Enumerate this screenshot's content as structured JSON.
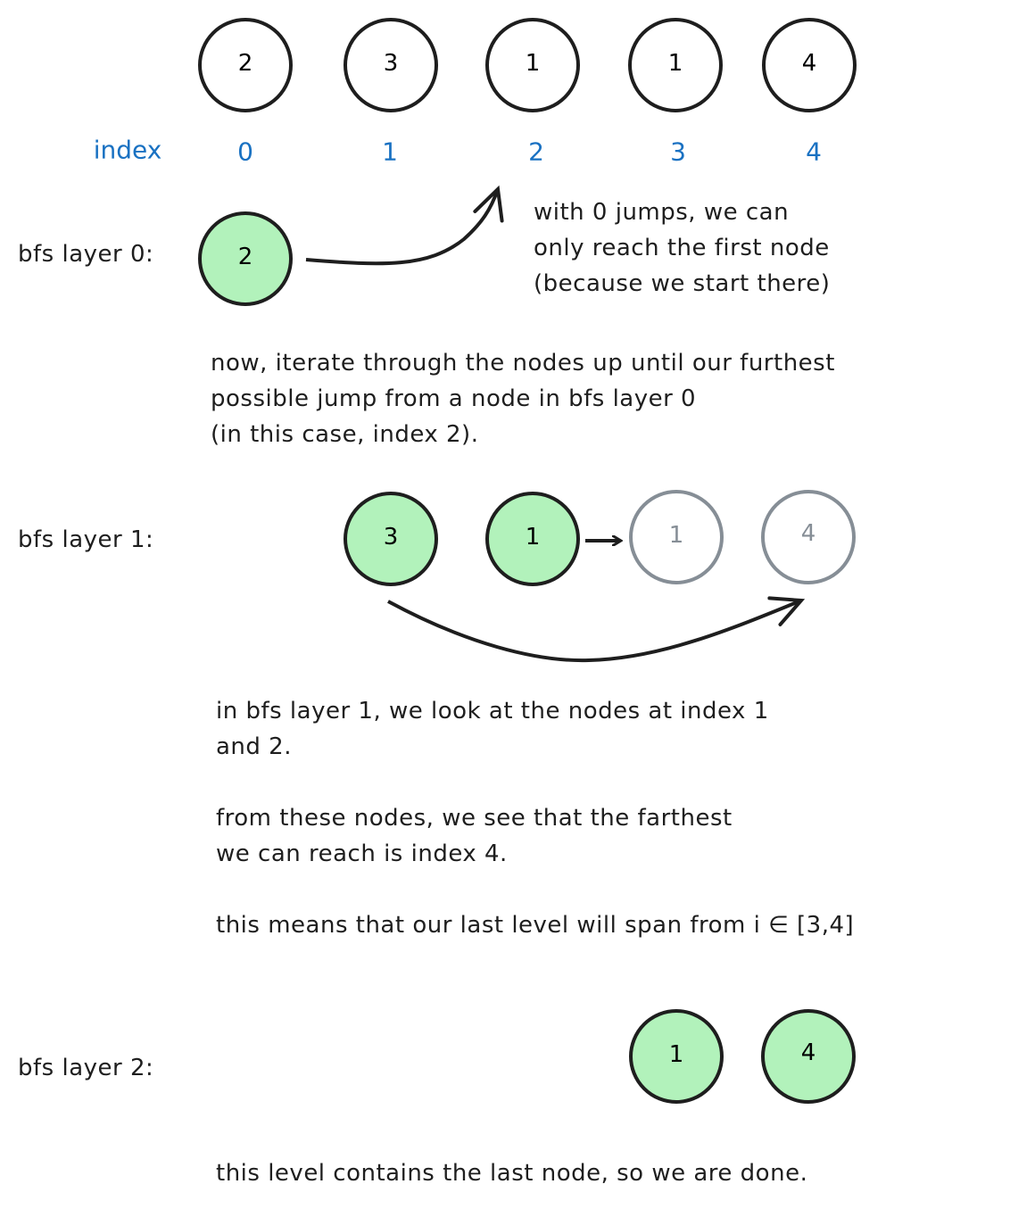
{
  "colors": {
    "stroke": "#1e1e1e",
    "visited_fill": "#b2f2bb",
    "pending_stroke": "#868e96",
    "index_color": "#1971c2"
  },
  "top_row": {
    "values": [
      "2",
      "3",
      "1",
      "1",
      "4"
    ],
    "index_label": "index",
    "indices": [
      "0",
      "1",
      "2",
      "3",
      "4"
    ]
  },
  "layer0": {
    "label": "bfs layer 0:",
    "nodes": [
      "2"
    ],
    "note": [
      "with 0 jumps, we can",
      "only reach the first node",
      "(because we start there)"
    ]
  },
  "explain1": [
    "now, iterate through the nodes up until our furthest",
    "possible jump from a node in bfs layer 0",
    "(in this case, index 2)."
  ],
  "layer1": {
    "label": "bfs layer 1:",
    "nodes": [
      "3",
      "1"
    ],
    "pending_nodes": [
      "1",
      "4"
    ]
  },
  "explain2": {
    "p1": [
      "in bfs layer 1, we look at the nodes at index 1",
      "and 2."
    ],
    "p2": [
      "from these nodes, we see that the farthest",
      "we can reach is index 4."
    ],
    "p3": "this means that our last level will span from i ∈ [3,4]"
  },
  "layer2": {
    "label": "bfs layer 2:",
    "nodes": [
      "1",
      "4"
    ]
  },
  "conclusion": "this level contains the last node, so we are done."
}
